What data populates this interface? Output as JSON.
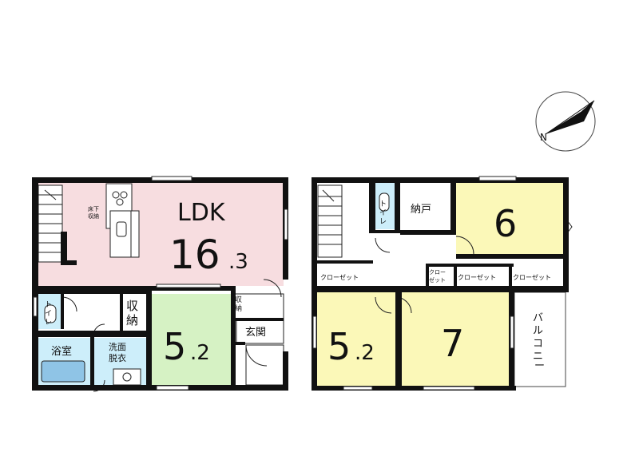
{
  "compass": {
    "north_label": "N"
  },
  "floor1": {
    "ldk": {
      "name": "LDK",
      "size_int": "16",
      "size_dec": ".3"
    },
    "underfloor_storage": [
      "床下",
      "収納"
    ],
    "western_room": {
      "size_int": "5",
      "size_dec": ".2"
    },
    "storage": [
      "収",
      "納"
    ],
    "small_storage": [
      "収",
      "納"
    ],
    "entrance": "玄関",
    "toilet": [
      "ト",
      "イ",
      "レ"
    ],
    "bathroom": "浴室",
    "washroom": [
      "洗面",
      "脱衣"
    ]
  },
  "floor2": {
    "toilet": [
      "ト",
      "イ",
      "レ"
    ],
    "storeroom": "納戸",
    "room_6": {
      "size": "6"
    },
    "closet_left": "クローゼット",
    "closet_small": [
      "クロー",
      "ゼット"
    ],
    "closet_mid": "クローゼット",
    "closet_right": "クローゼット",
    "room_52": {
      "size_int": "5",
      "size_dec": ".2"
    },
    "room_7": {
      "size": "7"
    },
    "balcony": [
      "バ",
      "ル",
      "コ",
      "ニ",
      "ー"
    ]
  },
  "colors": {
    "ldk": "#f7dde0",
    "western": "#d6f2c4",
    "bedroom": "#fbf8b8",
    "wet_area": "#cdeefa",
    "wall": "#111111"
  }
}
